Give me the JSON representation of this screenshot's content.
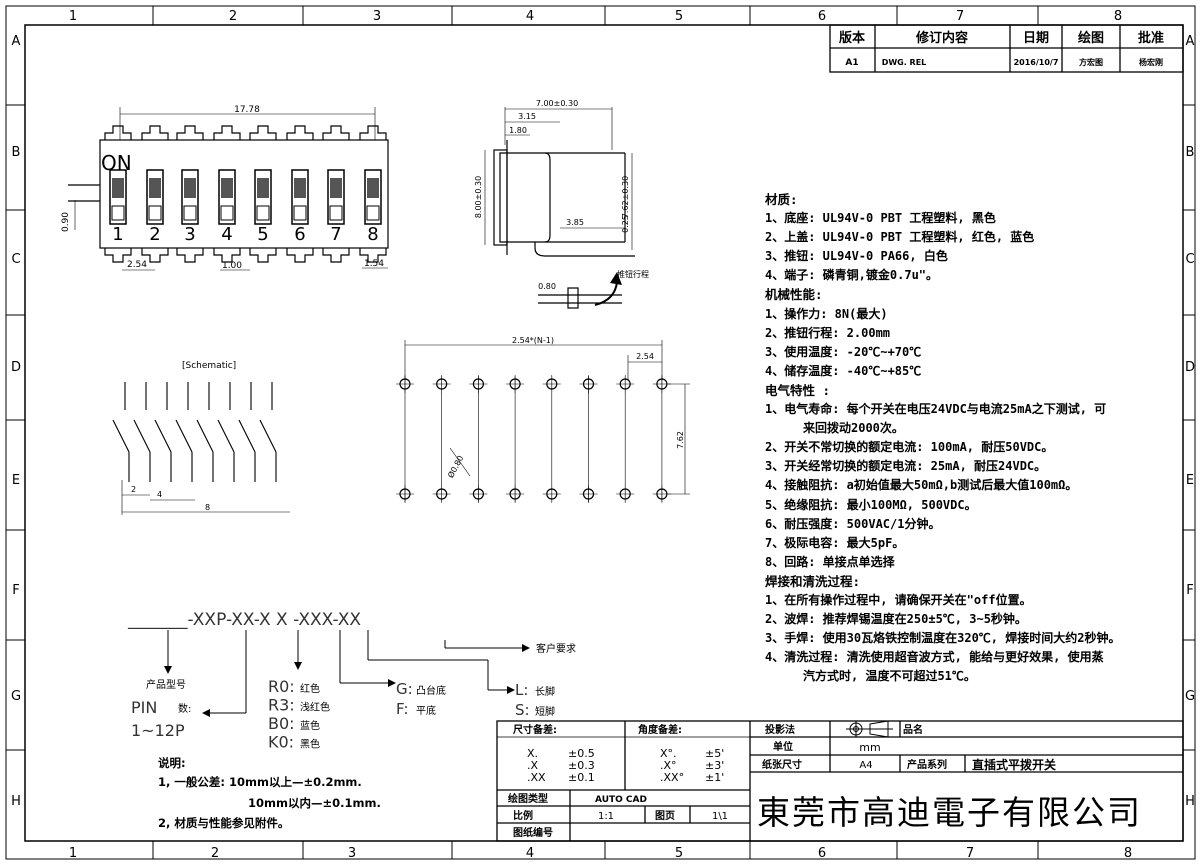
{
  "frame": {
    "col_labels": [
      "1",
      "2",
      "3",
      "4",
      "5",
      "6",
      "7",
      "8"
    ],
    "row_labels": [
      "A",
      "B",
      "C",
      "D",
      "E",
      "F",
      "G",
      "H"
    ]
  },
  "revision": {
    "headers": [
      "版本",
      "修订内容",
      "日期",
      "绘图",
      "批准"
    ],
    "row": [
      "A1",
      "DWG. REL",
      "2016/10/7",
      "方宏图",
      "杨宏刚"
    ]
  },
  "top_view": {
    "on_label": "ON",
    "pins": [
      "1",
      "2",
      "3",
      "4",
      "5",
      "6",
      "7",
      "8"
    ],
    "dim_width": "17.78",
    "dim_pitch": "2.54",
    "dim_gap": "1.00",
    "dim_edge": "1.54",
    "dim_left": "0.90"
  },
  "side_view": {
    "dim_total": "7.00±0.30",
    "dim_a": "3.15",
    "dim_b": "1.80",
    "dim_height": "8.00±0.30",
    "dim_height2": "7.62±0.30",
    "dim_c": "3.85",
    "dim_lead": "0.25",
    "actuator_dim": "0.80",
    "travel_label": "推钮行程"
  },
  "schematic": {
    "title": "[Schematic]",
    "dim_2": "2",
    "dim_4": "4",
    "dim_8": "8"
  },
  "footprint": {
    "dim_total": "2.54*(N-1)",
    "dim_pitch": "2.54",
    "dim_row": "7.62",
    "dim_hole": "Ø0.80"
  },
  "part_code": {
    "code": "_______-XXP-XX-X X -XXX-XX",
    "customer": "客户要求",
    "product_type": "产品型号",
    "pin_label": "PIN",
    "pin_num": "数:",
    "pin_range": "1~12P",
    "colors": [
      {
        "code": "R0:",
        "name": "红色"
      },
      {
        "code": "R3:",
        "name": "浅红色"
      },
      {
        "code": "B0:",
        "name": "蓝色"
      },
      {
        "code": "K0:",
        "name": "黑色"
      }
    ],
    "base": [
      {
        "code": "G:",
        "name": "凸台底"
      },
      {
        "code": "F:",
        "name": "平底"
      }
    ],
    "leg": [
      {
        "code": "L:",
        "name": "长脚"
      },
      {
        "code": "S:",
        "name": "短脚"
      }
    ]
  },
  "specs": {
    "material_title": "材质:",
    "material": [
      "1、底座: UL94V-0 PBT 工程塑料, 黑色",
      "2、上盖: UL94V-0 PBT 工程塑料, 红色, 蓝色",
      "3、推钮: UL94V-0 PA66, 白色",
      "4、端子: 磷青铜,镀金0.7u\"。"
    ],
    "mech_title": "机械性能:",
    "mech": [
      "1、操作力: 8N(最大)",
      "2、推钮行程: 2.00mm",
      "3、使用温度: -20℃~+70℃",
      "4、储存温度: -40℃~+85℃"
    ],
    "elec_title": "电气特性 :",
    "elec": [
      "1、电气寿命: 每个开关在电压24VDC与电流25mA之下测试, 可",
      "来回拨动2000次。",
      "2、开关不常切换的额定电流: 100mA, 耐压50VDC。",
      "3、开关经常切换的额定电流: 25mA, 耐压24VDC。",
      "4、接触阻抗: a初始值最大50mΩ,b测试后最大值100mΩ。",
      "5、绝缘阻抗: 最小100MΩ, 500VDC。",
      "6、耐压强度: 500VAC/1分钟。",
      "7、极际电容: 最大5pF。",
      "8、回路: 单接点单选择"
    ],
    "solder_title": "焊接和清洗过程:",
    "solder": [
      "1、在所有操作过程中, 请确保开关在\"off位置。",
      "2、波焊: 推荐焊锡温度在250±5℃, 3~5秒钟。",
      "3、手焊: 使用30瓦烙铁控制温度在320℃, 焊接时间大约2秒钟。",
      "4、清洗过程: 清洗使用超音波方式, 能给与更好效果, 使用蒸",
      "汽方式时, 温度不可超过51℃。"
    ]
  },
  "notes": {
    "title": "说明:",
    "lines": [
      "1, 一般公差: 10mm以上—±0.2mm.",
      "10mm以内—±0.1mm.",
      "2, 材质与性能参见附件。"
    ]
  },
  "title_block": {
    "dim_tol_label": "尺寸备差:",
    "ang_tol_label": "角度备差:",
    "dim_tol": [
      [
        "X.",
        "±0.5"
      ],
      [
        ".X",
        "±0.3"
      ],
      [
        ".XX",
        "±0.1"
      ]
    ],
    "ang_tol": [
      [
        "X°.",
        "±5'"
      ],
      [
        ".X°",
        "±3'"
      ],
      [
        ".XX°",
        "±1'"
      ]
    ],
    "projection_label": "投影法",
    "part_name_label": "品名",
    "unit_label": "单位",
    "unit_value": "mm",
    "paper_label": "纸张尺寸",
    "paper_value": "A4",
    "series_label": "产品系列",
    "series_value": "直插式平拨开关",
    "drawing_type_label": "绘图类型",
    "drawing_type_value": "AUTO CAD",
    "scale_label": "比例",
    "scale_value": "1:1",
    "page_label": "图页",
    "page_value": "1\\1",
    "drawing_no_label": "图纸编号",
    "company": "東莞市高迪電子有限公司"
  }
}
